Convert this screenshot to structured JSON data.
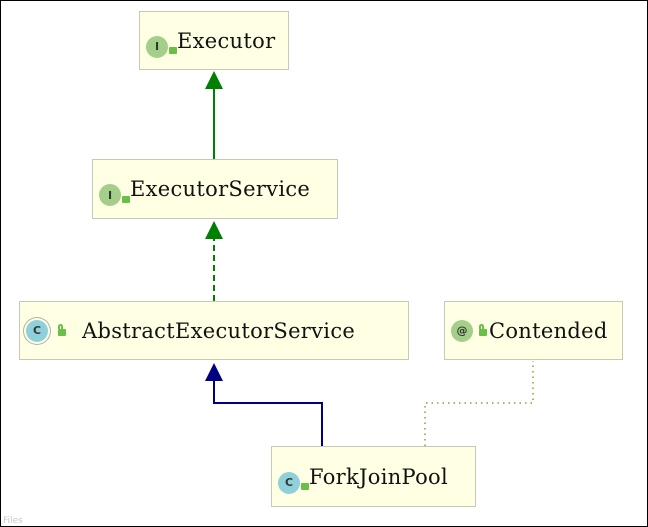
{
  "nodes": {
    "executor": {
      "label": "Executor",
      "kind_glyph": "I",
      "kind_icon": "interface-icon",
      "visibility_icon": "public-icon"
    },
    "executor_service": {
      "label": "ExecutorService",
      "kind_glyph": "I",
      "kind_icon": "interface-icon",
      "visibility_icon": "public-icon"
    },
    "abstract_executor_service": {
      "label": "AbstractExecutorService",
      "kind_glyph": "C",
      "kind_icon": "abstract-class-icon",
      "visibility_icon": "public-icon"
    },
    "contended": {
      "label": "Contended",
      "kind_glyph": "@",
      "kind_icon": "annotation-icon",
      "visibility_icon": "public-icon"
    },
    "fork_join_pool": {
      "label": "ForkJoinPool",
      "kind_glyph": "C",
      "kind_icon": "class-icon",
      "visibility_icon": "public-icon"
    }
  },
  "edges": [
    {
      "from": "executor_service",
      "to": "executor",
      "relation": "extends",
      "style": "solid",
      "color": "#008000"
    },
    {
      "from": "abstract_executor_service",
      "to": "executor_service",
      "relation": "implements",
      "style": "dashed",
      "color": "#008000"
    },
    {
      "from": "fork_join_pool",
      "to": "abstract_executor_service",
      "relation": "extends",
      "style": "solid",
      "color": "#000080"
    },
    {
      "from": "fork_join_pool",
      "to": "contended",
      "relation": "annotated-by",
      "style": "dotted",
      "color": "#9a9a30"
    }
  ],
  "colors": {
    "node_fill": "#ffffe4",
    "node_border": "#c8c8b8",
    "interface_badge": "#a3cf8a",
    "class_badge": "#8fd0dc"
  },
  "footer": "Files"
}
